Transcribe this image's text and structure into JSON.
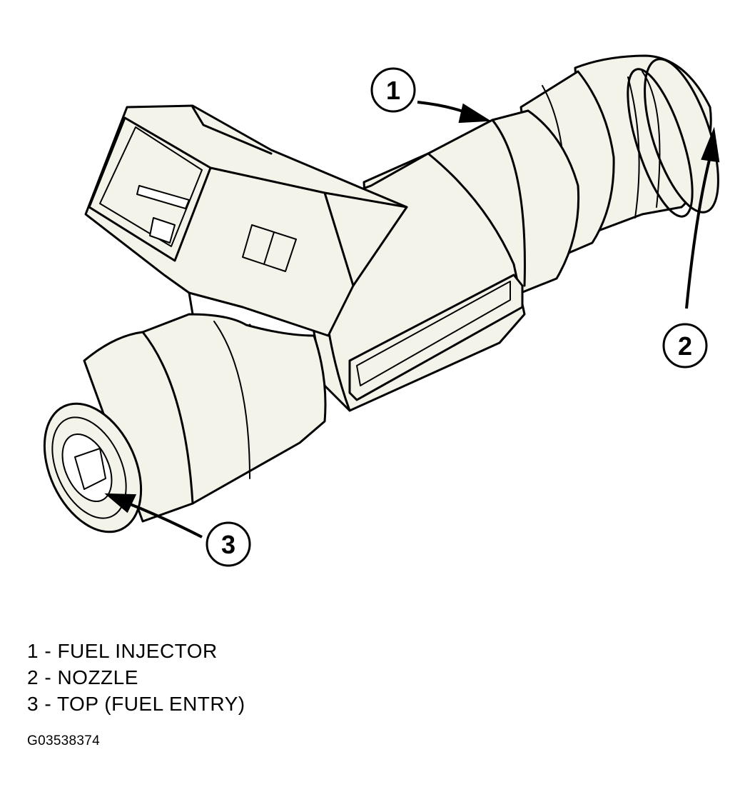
{
  "callouts": {
    "c1": "1",
    "c2": "2",
    "c3": "3"
  },
  "legend": [
    {
      "num": "1",
      "text": "1 - FUEL INJECTOR"
    },
    {
      "num": "2",
      "text": "2 - NOZZLE"
    },
    {
      "num": "3",
      "text": "3 - TOP (FUEL ENTRY)"
    }
  ],
  "figure_id": "G03538374",
  "colors": {
    "line": "#000000",
    "body_fill": "#f4f3ea",
    "background": "#ffffff"
  }
}
